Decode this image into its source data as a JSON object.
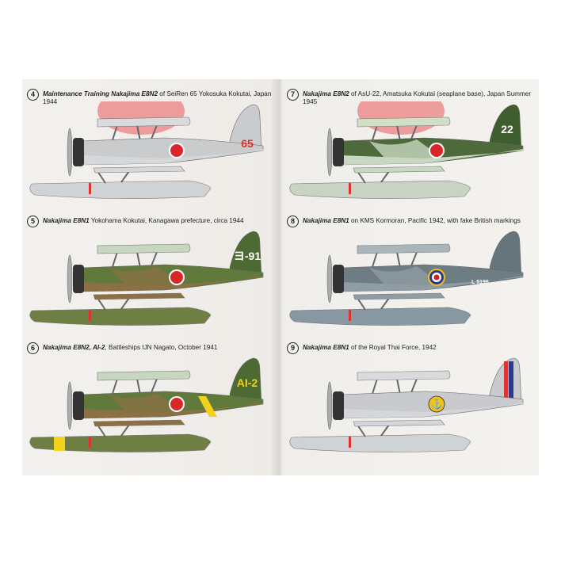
{
  "profiles": [
    {
      "number": "4",
      "title": "Maintenance Training Nakajima E8N2",
      "desc": " of SeiRen 65 Yokosuka Kokutai, Japan 1944",
      "marking": "65",
      "markingColor": "#d9322e",
      "upper": "#c9cbcd",
      "lower": "#d5d7d9",
      "fin": "#c9cbcd",
      "float": "#d0d3d6",
      "wing": "#d8dadc",
      "roundel": "hinomaru",
      "finBand": "none",
      "camo": false
    },
    {
      "number": "7",
      "title": "Nakajima E8N2",
      "desc": " of AsU-22, Amatsuka Kokutai (seaplane base), Japan Summer 1945",
      "marking": "22",
      "markingColor": "#ffffff",
      "upper": "#4f6a3a",
      "lower": "#c8d8c0",
      "fin": "#3f5e30",
      "float": "#c9d3c5",
      "wing": "#cfe0c6",
      "roundel": "hinomaru",
      "finBand": "none",
      "camo": true
    },
    {
      "number": "5",
      "title": "Nakajima E8N1",
      "desc": " Yokohama Kokutai, Kanagawa prefecture, circa 1944",
      "marking": "ヨ-91",
      "markingColor": "#ffffff",
      "upper": "#5f7a3c",
      "lower": "#8a7043",
      "fin": "#4d6a33",
      "float": "#6f7f44",
      "wing": "#c7d6be",
      "roundel": "hinomaru",
      "finBand": "none",
      "camo": true
    },
    {
      "number": "8",
      "title": "Nakajima E8N1",
      "desc": " on KMS Kormoran, Pacific 1942, with fake British markings",
      "marking": "L 5196",
      "markingColor": "#ffffff",
      "upper": "#6e7c84",
      "lower": "#8f9ca3",
      "fin": "#66747c",
      "float": "#8798a2",
      "wing": "#a9b5bb",
      "roundel": "raf",
      "finBand": "none",
      "camo": true
    },
    {
      "number": "6",
      "title": "Nakajima E8N2, AI-2",
      "desc": ", Battleships IJN Nagato, October 1941",
      "marking": "AI-2",
      "markingColor": "#f2d21b",
      "upper": "#5f7a3c",
      "lower": "#8a7043",
      "fin": "#4d6a33",
      "float": "#6f7f44",
      "wing": "#c7d6be",
      "roundel": "hinomaru",
      "finBand": "yellow",
      "camo": true
    },
    {
      "number": "9",
      "title": "Nakajima E8N1",
      "desc": " of the Royal Thai Force, 1942",
      "marking": "",
      "markingColor": "#222",
      "upper": "#c8cacd",
      "lower": "#d4d6d9",
      "fin": "#c8cacd",
      "float": "#d0d3d6",
      "wing": "#d8dadc",
      "roundel": "thai",
      "finBand": "thai",
      "camo": false
    }
  ]
}
